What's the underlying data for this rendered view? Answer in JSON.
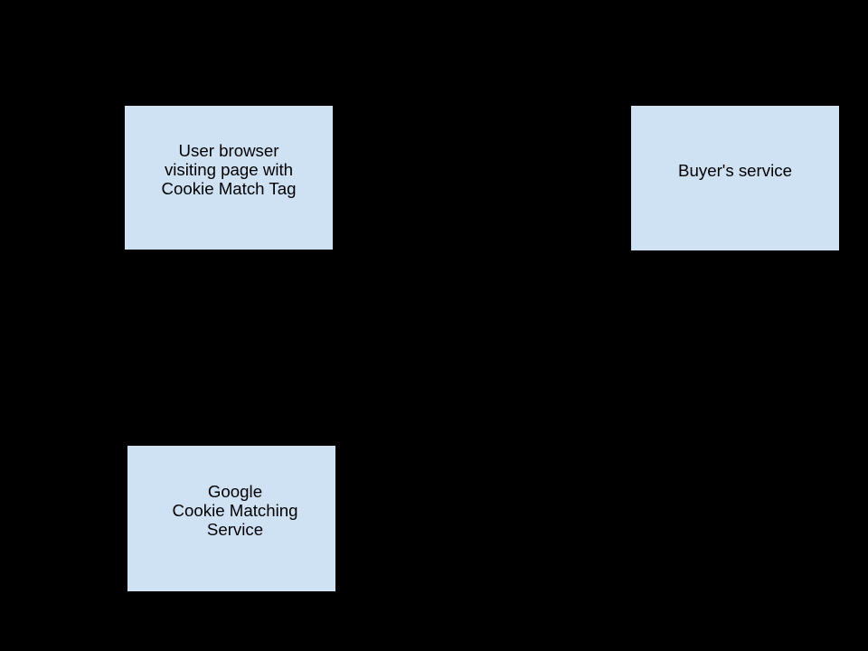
{
  "diagram": {
    "nodes": [
      {
        "id": "user-browser",
        "label": "User browser\nvisiting page with\nCookie Match Tag"
      },
      {
        "id": "buyer-service",
        "label": "Buyer's service"
      },
      {
        "id": "google-cookie-matching",
        "label": "Google\nCookie Matching\nService"
      }
    ]
  },
  "colors": {
    "canvas_background": "#000000",
    "node_fill": "#cfe2f3",
    "node_border": "#000000",
    "node_text": "#000000"
  }
}
